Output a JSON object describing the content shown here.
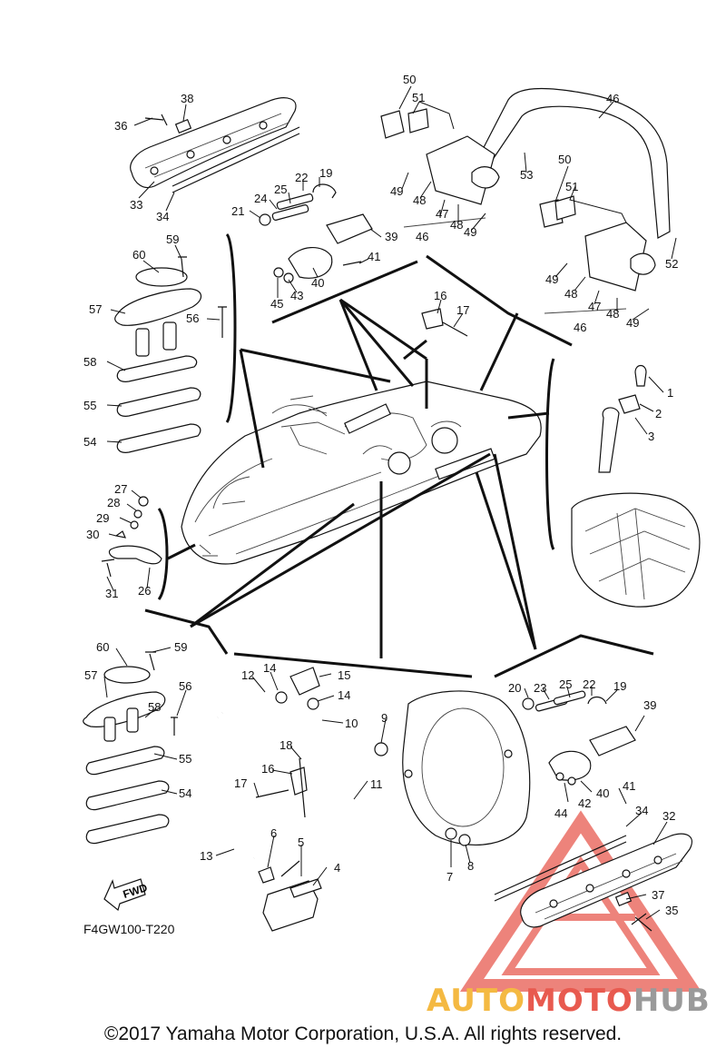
{
  "diagram_code": "F4GW100-T220",
  "copyright": "©2017 Yamaha Motor Corporation, U.S.A. All rights reserved.",
  "fwd_label": "FWD",
  "watermark": {
    "part1": "AUTO",
    "part2": "MOTO",
    "part3": "HUB",
    "colors": {
      "auto": "#f4b942",
      "moto": "#e85a4f",
      "hub": "#9a9a9a",
      "triangle": "#e85a4f"
    }
  },
  "callouts": [
    {
      "id": "c1",
      "text": "1"
    },
    {
      "id": "c2",
      "text": "2"
    },
    {
      "id": "c3",
      "text": "3"
    },
    {
      "id": "c4",
      "text": "4"
    },
    {
      "id": "c5",
      "text": "5"
    },
    {
      "id": "c6",
      "text": "6"
    },
    {
      "id": "c7",
      "text": "7"
    },
    {
      "id": "c8",
      "text": "8"
    },
    {
      "id": "c9",
      "text": "9"
    },
    {
      "id": "c10",
      "text": "10"
    },
    {
      "id": "c11",
      "text": "11"
    },
    {
      "id": "c12",
      "text": "12"
    },
    {
      "id": "c13",
      "text": "13"
    },
    {
      "id": "c14a",
      "text": "14"
    },
    {
      "id": "c14b",
      "text": "14"
    },
    {
      "id": "c15",
      "text": "15"
    },
    {
      "id": "c16a",
      "text": "16"
    },
    {
      "id": "c16b",
      "text": "16"
    },
    {
      "id": "c17a",
      "text": "17"
    },
    {
      "id": "c17b",
      "text": "17"
    },
    {
      "id": "c18",
      "text": "18"
    },
    {
      "id": "c19a",
      "text": "19"
    },
    {
      "id": "c19b",
      "text": "19"
    },
    {
      "id": "c20",
      "text": "20"
    },
    {
      "id": "c21",
      "text": "21"
    },
    {
      "id": "c22a",
      "text": "22"
    },
    {
      "id": "c22b",
      "text": "22"
    },
    {
      "id": "c23",
      "text": "23"
    },
    {
      "id": "c24",
      "text": "24"
    },
    {
      "id": "c25a",
      "text": "25"
    },
    {
      "id": "c25b",
      "text": "25"
    },
    {
      "id": "c26",
      "text": "26"
    },
    {
      "id": "c27",
      "text": "27"
    },
    {
      "id": "c28",
      "text": "28"
    },
    {
      "id": "c29",
      "text": "29"
    },
    {
      "id": "c30",
      "text": "30"
    },
    {
      "id": "c31",
      "text": "31"
    },
    {
      "id": "c32",
      "text": "32"
    },
    {
      "id": "c33",
      "text": "33"
    },
    {
      "id": "c34a",
      "text": "34"
    },
    {
      "id": "c34b",
      "text": "34"
    },
    {
      "id": "c35",
      "text": "35"
    },
    {
      "id": "c36",
      "text": "36"
    },
    {
      "id": "c37",
      "text": "37"
    },
    {
      "id": "c38",
      "text": "38"
    },
    {
      "id": "c39a",
      "text": "39"
    },
    {
      "id": "c39b",
      "text": "39"
    },
    {
      "id": "c40a",
      "text": "40"
    },
    {
      "id": "c40b",
      "text": "40"
    },
    {
      "id": "c41a",
      "text": "41"
    },
    {
      "id": "c41b",
      "text": "41"
    },
    {
      "id": "c42",
      "text": "42"
    },
    {
      "id": "c43",
      "text": "43"
    },
    {
      "id": "c44",
      "text": "44"
    },
    {
      "id": "c45",
      "text": "45"
    },
    {
      "id": "c46a",
      "text": "46"
    },
    {
      "id": "c46b",
      "text": "46"
    },
    {
      "id": "c46c",
      "text": "46"
    },
    {
      "id": "c47a",
      "text": "47"
    },
    {
      "id": "c47b",
      "text": "47"
    },
    {
      "id": "c48a",
      "text": "48"
    },
    {
      "id": "c48b",
      "text": "48"
    },
    {
      "id": "c48c",
      "text": "48"
    },
    {
      "id": "c48d",
      "text": "48"
    },
    {
      "id": "c49a",
      "text": "49"
    },
    {
      "id": "c49b",
      "text": "49"
    },
    {
      "id": "c49c",
      "text": "49"
    },
    {
      "id": "c49d",
      "text": "49"
    },
    {
      "id": "c50a",
      "text": "50"
    },
    {
      "id": "c50b",
      "text": "50"
    },
    {
      "id": "c51a",
      "text": "51"
    },
    {
      "id": "c51b",
      "text": "51"
    },
    {
      "id": "c52",
      "text": "52"
    },
    {
      "id": "c53",
      "text": "53"
    },
    {
      "id": "c54a",
      "text": "54"
    },
    {
      "id": "c54b",
      "text": "54"
    },
    {
      "id": "c55a",
      "text": "55"
    },
    {
      "id": "c55b",
      "text": "55"
    },
    {
      "id": "c56a",
      "text": "56"
    },
    {
      "id": "c56b",
      "text": "56"
    },
    {
      "id": "c57a",
      "text": "57"
    },
    {
      "id": "c57b",
      "text": "57"
    },
    {
      "id": "c58a",
      "text": "58"
    },
    {
      "id": "c58b",
      "text": "58"
    },
    {
      "id": "c59a",
      "text": "59"
    },
    {
      "id": "c59b",
      "text": "59"
    },
    {
      "id": "c60a",
      "text": "60"
    },
    {
      "id": "c60b",
      "text": "60"
    }
  ]
}
